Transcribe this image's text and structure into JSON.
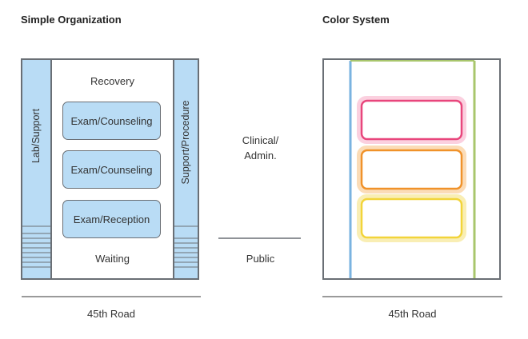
{
  "left_panel": {
    "title": "Simple Organization",
    "side_left": "Lab/Support",
    "side_right": "Support/Procedure",
    "recovery": "Recovery",
    "rooms": [
      "Exam/Counseling",
      "Exam/Counseling",
      "Exam/Reception"
    ],
    "waiting": "Waiting",
    "road": "45th Road"
  },
  "middle": {
    "clinical": "Clinical/\nAdmin.",
    "public": "Public"
  },
  "right_panel": {
    "title": "Color System",
    "road": "45th Road"
  },
  "colors": {
    "support_fill": "#b9dcf5",
    "outline": "#6a6f75",
    "pink": "#e8467c",
    "orange": "#f0922a",
    "yellow": "#f2d43a",
    "blue_line": "#7ab3e0",
    "green_line": "#a8c66c"
  }
}
